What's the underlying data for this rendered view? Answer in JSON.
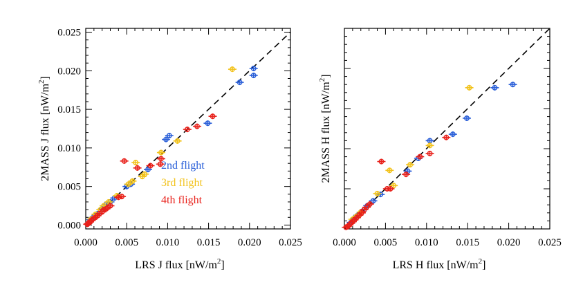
{
  "chart_data": [
    {
      "type": "scatter",
      "xlabel_main": "LRS J flux [nW/m",
      "xlabel_sup": "2",
      "xlabel_end": "]",
      "ylabel_main": "2MASS J flux [nW/m",
      "ylabel_sup": "2",
      "ylabel_end": "]",
      "xlim": [
        0,
        0.025
      ],
      "ylim": [
        -0.0005,
        0.0255
      ],
      "xticks": [
        "0.000",
        "0.005",
        "0.010",
        "0.015",
        "0.020",
        "0.025"
      ],
      "yticks": [
        "0.000",
        "0.005",
        "0.010",
        "0.015",
        "0.020",
        "0.025"
      ],
      "reference_line": {
        "style": "dashed",
        "from": [
          0,
          0
        ],
        "to": [
          0.025,
          0.025
        ]
      },
      "legend": {
        "placement": "center-right",
        "entries": [
          "2nd flight",
          "3rd flight",
          "4th flight"
        ]
      },
      "series": [
        {
          "name": "2nd flight",
          "color": "#2a5fd8",
          "points": [
            [
              0.0205,
              0.0203
            ],
            [
              0.0205,
              0.0194
            ],
            [
              0.0188,
              0.0185
            ],
            [
              0.0149,
              0.0132
            ],
            [
              0.0102,
              0.0116
            ],
            [
              0.0098,
              0.0111
            ],
            [
              0.0076,
              0.0072
            ],
            [
              0.0055,
              0.0053
            ],
            [
              0.005,
              0.005
            ],
            [
              0.0035,
              0.0035
            ],
            [
              0.003,
              0.003
            ],
            [
              0.0025,
              0.0027
            ],
            [
              0.002,
              0.0021
            ],
            [
              0.0015,
              0.0015
            ],
            [
              0.001,
              0.0011
            ],
            [
              0.0006,
              0.0007
            ]
          ]
        },
        {
          "name": "3rd flight",
          "color": "#f2c21a",
          "points": [
            [
              0.0179,
              0.0202
            ],
            [
              0.0112,
              0.0109
            ],
            [
              0.0092,
              0.0094
            ],
            [
              0.0072,
              0.0066
            ],
            [
              0.0069,
              0.0063
            ],
            [
              0.0061,
              0.0081
            ],
            [
              0.0057,
              0.0057
            ],
            [
              0.0052,
              0.0053
            ],
            [
              0.0038,
              0.0038
            ],
            [
              0.0028,
              0.003
            ],
            [
              0.0022,
              0.0025
            ],
            [
              0.0018,
              0.002
            ],
            [
              0.0012,
              0.0014
            ],
            [
              0.0007,
              0.0008
            ]
          ]
        },
        {
          "name": "4th flight",
          "color": "#e8201a",
          "points": [
            [
              0.0155,
              0.0141
            ],
            [
              0.0136,
              0.0128
            ],
            [
              0.0124,
              0.0124
            ],
            [
              0.0092,
              0.0086
            ],
            [
              0.0091,
              0.0079
            ],
            [
              0.0079,
              0.0077
            ],
            [
              0.0063,
              0.0074
            ],
            [
              0.0047,
              0.0083
            ],
            [
              0.0044,
              0.0037
            ],
            [
              0.004,
              0.0036
            ],
            [
              0.003,
              0.0025
            ],
            [
              0.0027,
              0.0023
            ],
            [
              0.0025,
              0.0021
            ],
            [
              0.0022,
              0.002
            ],
            [
              0.002,
              0.0017
            ],
            [
              0.0017,
              0.0015
            ],
            [
              0.0014,
              0.0012
            ],
            [
              0.0012,
              0.001
            ],
            [
              0.0009,
              0.0008
            ],
            [
              0.0007,
              0.0006
            ],
            [
              0.0005,
              0.0004
            ],
            [
              0.0003,
              0.0002
            ],
            [
              0.0002,
              0.0001
            ]
          ]
        }
      ]
    },
    {
      "type": "scatter",
      "xlabel_main": "LRS H flux [nW/m",
      "xlabel_sup": "2",
      "xlabel_end": "]",
      "ylabel_main": "2MASS H flux [nW/m",
      "ylabel_sup": "2",
      "ylabel_end": "]",
      "xlim": [
        0,
        0.025
      ],
      "ylim": [
        0,
        0.025
      ],
      "xticks": [
        "0.000",
        "0.005",
        "0.010",
        "0.015",
        "0.020",
        "0.025"
      ],
      "yticks": [],
      "reference_line": {
        "style": "dashed",
        "from": [
          0,
          0
        ],
        "to": [
          0.025,
          0.025
        ]
      },
      "series": [
        {
          "name": "2nd flight",
          "color": "#2a5fd8",
          "points": [
            [
              0.0205,
              0.018
            ],
            [
              0.0183,
              0.0176
            ],
            [
              0.0149,
              0.0138
            ],
            [
              0.0132,
              0.0118
            ],
            [
              0.0104,
              0.011
            ],
            [
              0.009,
              0.0088
            ],
            [
              0.0077,
              0.0072
            ],
            [
              0.0044,
              0.0043
            ],
            [
              0.0035,
              0.0035
            ],
            [
              0.0028,
              0.0029
            ],
            [
              0.0022,
              0.0022
            ],
            [
              0.0016,
              0.0017
            ],
            [
              0.0012,
              0.0013
            ],
            [
              0.0008,
              0.0008
            ]
          ]
        },
        {
          "name": "3rd flight",
          "color": "#f2c21a",
          "points": [
            [
              0.0152,
              0.0176
            ],
            [
              0.0104,
              0.0104
            ],
            [
              0.008,
              0.008
            ],
            [
              0.006,
              0.0054
            ],
            [
              0.0055,
              0.0073
            ],
            [
              0.004,
              0.0044
            ],
            [
              0.002,
              0.0021
            ],
            [
              0.0015,
              0.0016
            ],
            [
              0.001,
              0.0012
            ]
          ]
        },
        {
          "name": "4th flight",
          "color": "#e8201a",
          "points": [
            [
              0.0124,
              0.0114
            ],
            [
              0.0104,
              0.0094
            ],
            [
              0.0092,
              0.009
            ],
            [
              0.0075,
              0.0068
            ],
            [
              0.0056,
              0.005
            ],
            [
              0.0052,
              0.005
            ],
            [
              0.0045,
              0.0084
            ],
            [
              0.0031,
              0.0031
            ],
            [
              0.0027,
              0.0027
            ],
            [
              0.0024,
              0.0024
            ],
            [
              0.0021,
              0.002
            ],
            [
              0.0018,
              0.0017
            ],
            [
              0.0015,
              0.0014
            ],
            [
              0.0012,
              0.0011
            ],
            [
              0.001,
              0.0009
            ],
            [
              0.0008,
              0.0007
            ],
            [
              0.0006,
              0.0005
            ],
            [
              0.0004,
              0.0003
            ],
            [
              0.0002,
              0.0002
            ]
          ]
        }
      ]
    }
  ]
}
